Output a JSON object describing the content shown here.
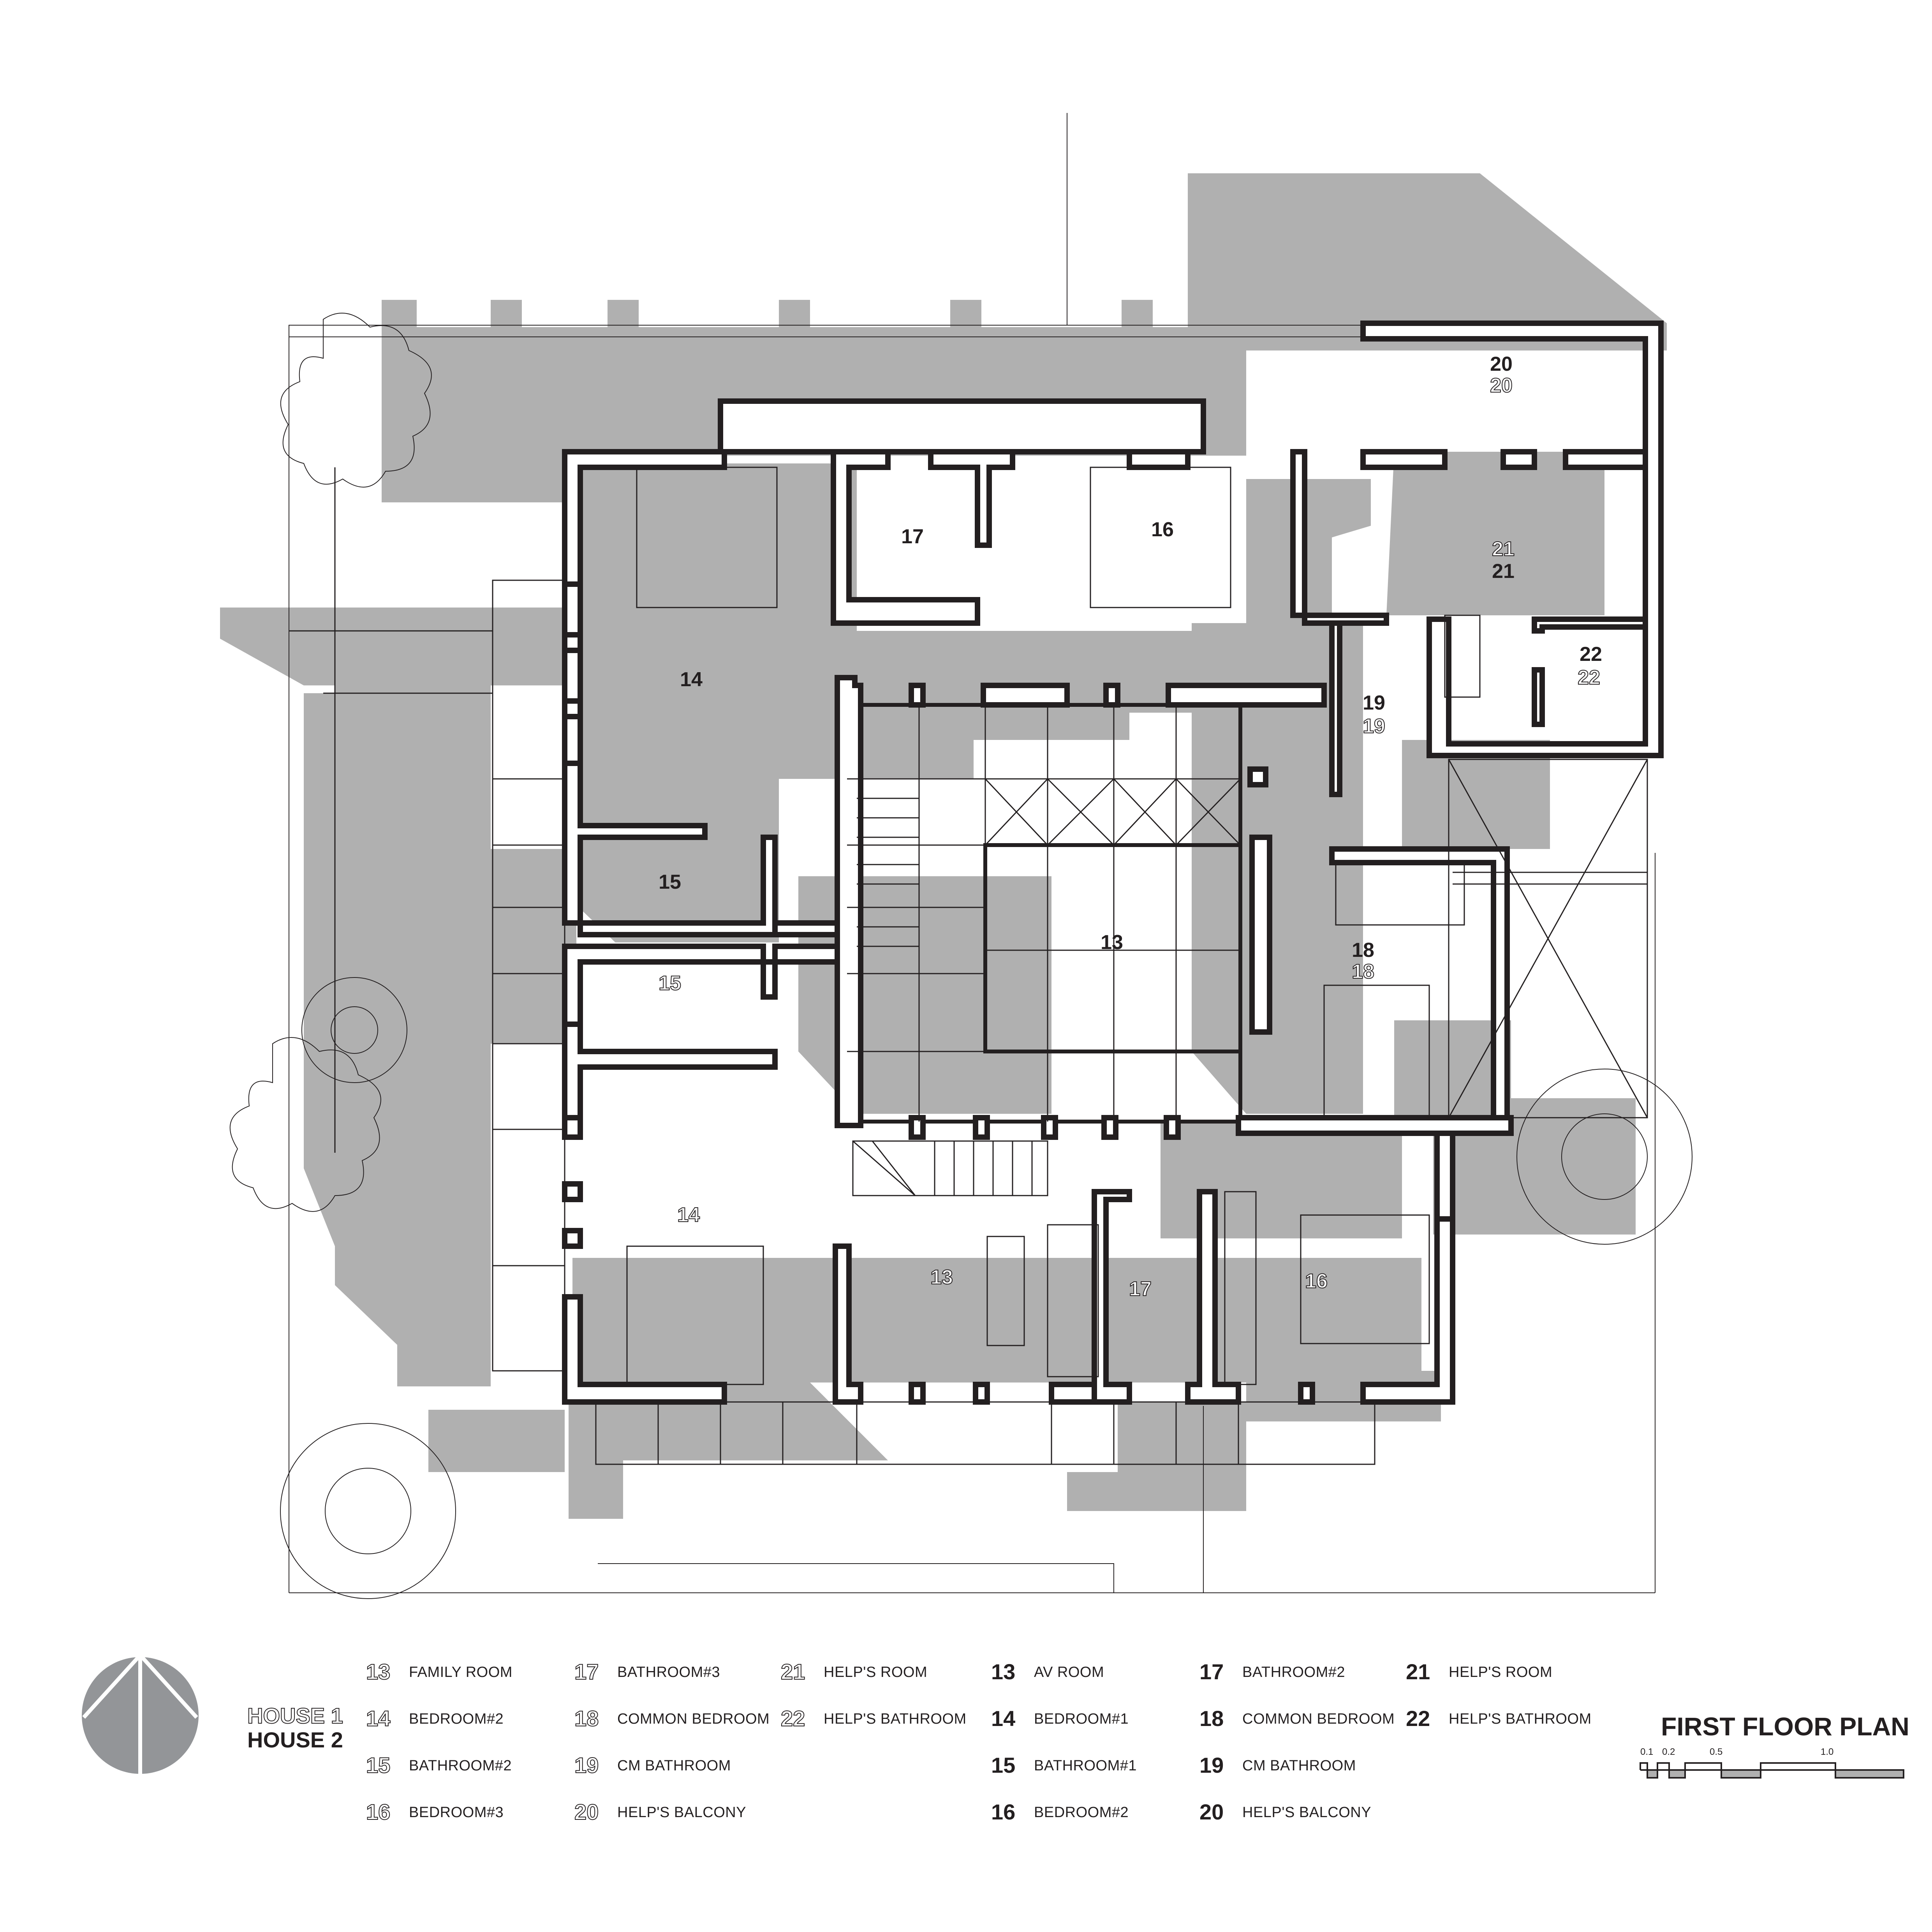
{
  "title": "FIRST FLOOR PLAN",
  "colors": {
    "shadow": "#b0b0b0",
    "wall": "#231f20",
    "north_disk": "#939598",
    "background": "#ffffff"
  },
  "houses": {
    "house1": "HOUSE 1",
    "house2": "HOUSE 2"
  },
  "legend": {
    "house1": [
      {
        "num": "13",
        "label": "FAMILY ROOM"
      },
      {
        "num": "14",
        "label": "BEDROOM#2"
      },
      {
        "num": "15",
        "label": "BATHROOM#2"
      },
      {
        "num": "16",
        "label": "BEDROOM#3"
      },
      {
        "num": "17",
        "label": "BATHROOM#3"
      },
      {
        "num": "18",
        "label": "COMMON BEDROOM"
      },
      {
        "num": "19",
        "label": "CM BATHROOM"
      },
      {
        "num": "20",
        "label": "HELP'S BALCONY"
      },
      {
        "num": "21",
        "label": "HELP'S ROOM"
      },
      {
        "num": "22",
        "label": "HELP'S BATHROOM"
      }
    ],
    "house2": [
      {
        "num": "13",
        "label": "AV ROOM"
      },
      {
        "num": "14",
        "label": "BEDROOM#1"
      },
      {
        "num": "15",
        "label": "BATHROOM#1"
      },
      {
        "num": "16",
        "label": "BEDROOM#2"
      },
      {
        "num": "17",
        "label": "BATHROOM#2"
      },
      {
        "num": "18",
        "label": "COMMON BEDROOM"
      },
      {
        "num": "19",
        "label": "CM BATHROOM"
      },
      {
        "num": "20",
        "label": "HELP'S BALCONY"
      },
      {
        "num": "21",
        "label": "HELP'S ROOM"
      },
      {
        "num": "22",
        "label": "HELP'S BATHROOM"
      }
    ]
  },
  "room_tags": {
    "h2_14_top": "14",
    "h2_17_top": "17",
    "h2_16_top": "16",
    "h2_15_mid": "15",
    "h2_13_center": "13",
    "h1_15_mid": "15",
    "h1_14_bottom": "14",
    "h1_13_bottom": "13",
    "h1_17_bottom": "17",
    "h1_16_bottom": "16",
    "h2_20": "20",
    "h1_20": "20",
    "h1_21": "21",
    "h2_21": "21",
    "h2_22": "22",
    "h1_22": "22",
    "h2_19": "19",
    "h1_19": "19",
    "h2_18": "18",
    "h1_18": "18"
  },
  "scale_bar": {
    "ticks": [
      "0.1",
      "0.2",
      "0.5",
      "1.0"
    ]
  }
}
